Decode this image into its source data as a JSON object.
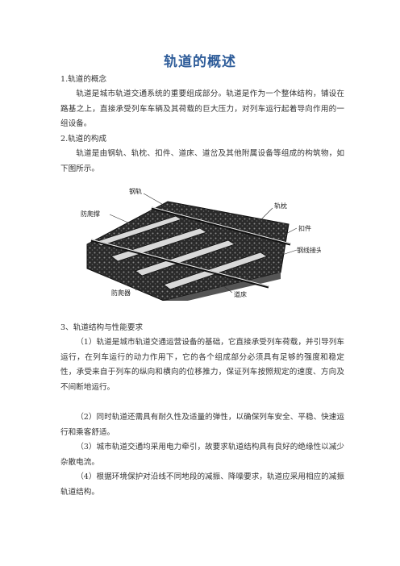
{
  "title": "轨道的概述",
  "s1_heading": "1.轨道的概念",
  "s1_text": "轨道是城市轨道交通系统的重要组成部分。轨道是作为一个整体结构，铺设在路基之上，直接承受列车车辆及其荷载的巨大压力，对列车运行起着导向作用的一组设备。",
  "s2_heading": "2.轨道的构成",
  "s2_text": "轨道是由钢轨、轨枕、扣件、道床、道岔及其他附属设备等组成的构筑物，如下图所示。",
  "figure_labels": {
    "rail": "钢轨",
    "anti_creep_support": "防爬撑",
    "sleeper": "轨枕",
    "fastener": "扣件",
    "rail_joint": "钢线接头",
    "anti_creeper": "防爬器",
    "ballast_bed": "道床"
  },
  "s3_heading": "3、轨道结构与性能要求",
  "s3_items": [
    "（1）轨道是城市轨道交通运营设备的基础，它直接承受列车荷载，并引导列车运行，在列车运行的动力作用下，它的各个组成部分必须具有足够的强度和稳定性，承受来自于列车的纵向和横向的位移推力，保证列车按照规定的速度、方向及不间断地运行。",
    "（2）同时轨道还需具有耐久性及适量的弹性，以确保列车安全、平稳、快速运行和乘客舒适。",
    "（3）城市轨道交通均采用电力牵引，故要求轨道结构具有良好的绝缘性以减少杂散电流。",
    "（4）根据环境保护对沿线不同地段的减振、降噪要求，轨道应采用相应的减振轨道结构。"
  ]
}
